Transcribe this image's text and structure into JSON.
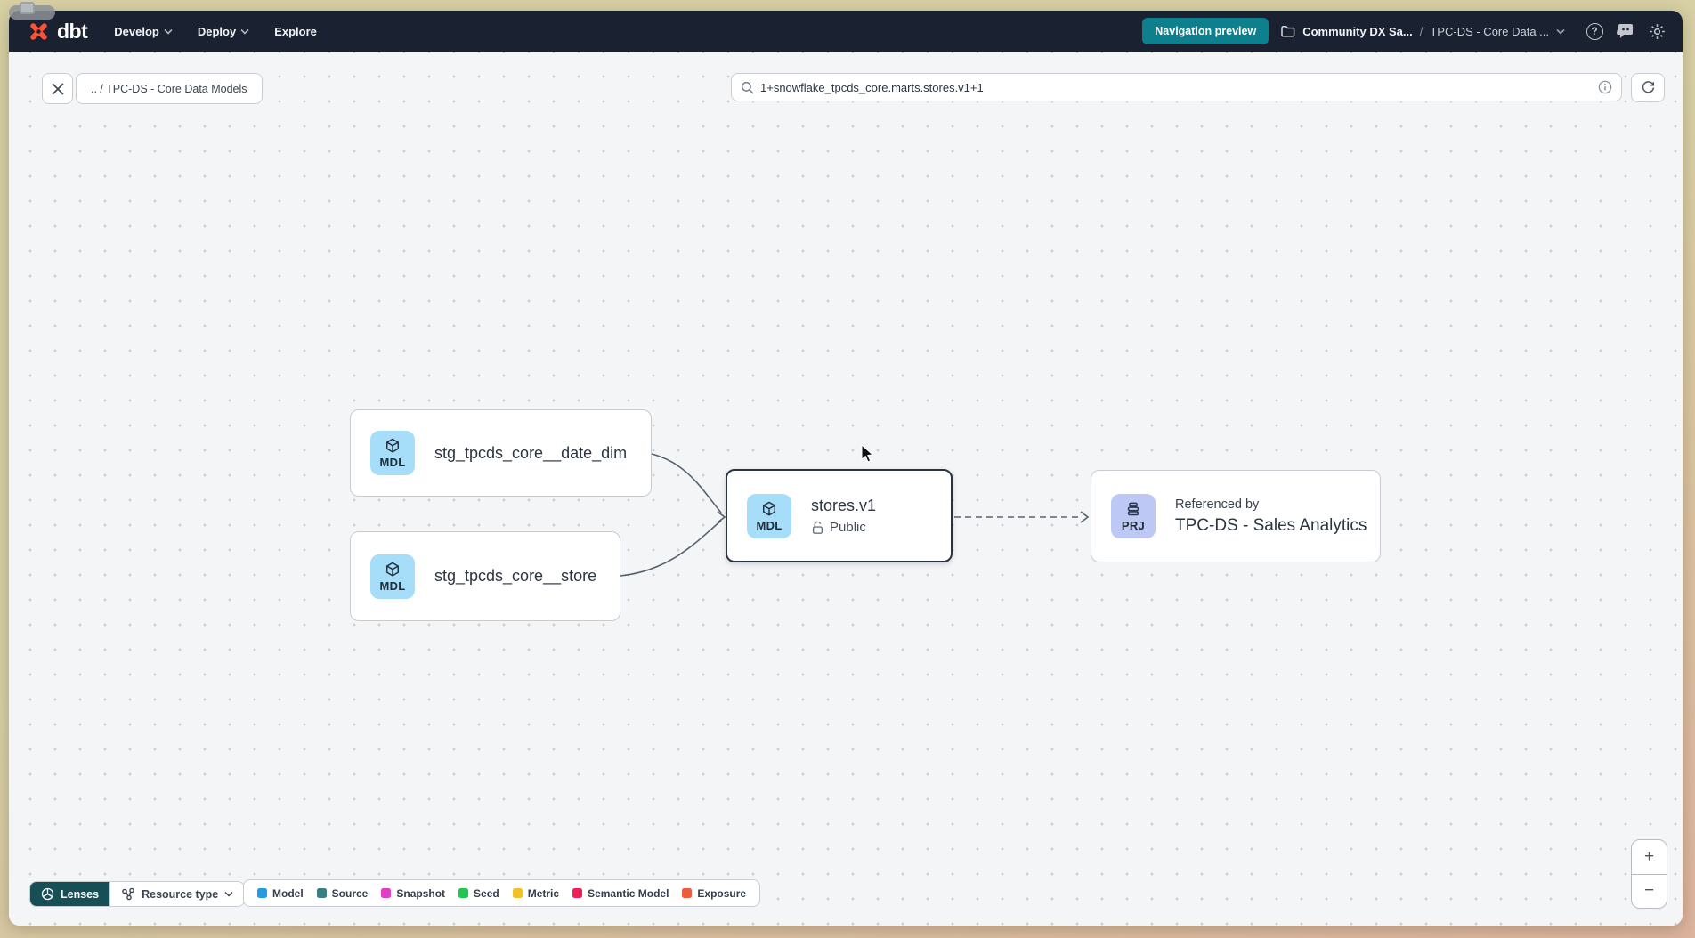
{
  "colors": {
    "accent_teal": "#0e7f8c",
    "navbar_bg": "#1a2130",
    "dbt_orange": "#fc5235",
    "lenses_dark": "#174f57",
    "canvas_bg": "#f4f5f6",
    "card_border": "#c8ccd2",
    "selected_border": "#2b3442",
    "edge": "#566170",
    "model_tile": "#a6def9",
    "project_tile": "#bdc8f5",
    "desktop_top": "#d7d0a4",
    "desktop_bottom": "#ddb49d"
  },
  "navbar": {
    "brand": "dbt",
    "menus": [
      {
        "label": "Develop"
      },
      {
        "label": "Deploy"
      },
      {
        "label": "Explore"
      }
    ],
    "preview_button": "Navigation preview",
    "breadcrumb": {
      "project": "Community DX Sa...",
      "separator": "/",
      "item": "TPC-DS - Core Data ..."
    }
  },
  "toolbar": {
    "path_chip": ".. / TPC-DS - Core Data Models",
    "search_value": "1+snowflake_tpcds_core.marts.stores.v1+1"
  },
  "graph": {
    "nodes": [
      {
        "badge": "MDL",
        "title": "stg_tpcds_core__date_dim"
      },
      {
        "badge": "MDL",
        "title": "stg_tpcds_core__store"
      },
      {
        "badge": "MDL",
        "title": "stores.v1",
        "access": "Public"
      },
      {
        "badge": "PRJ",
        "subtitle": "Referenced by",
        "title": "TPC-DS - Sales Analytics"
      }
    ]
  },
  "footer": {
    "lenses_label": "Lenses",
    "resource_type_label": "Resource type",
    "legend": [
      {
        "label": "Model",
        "color": "#259be2"
      },
      {
        "label": "Source",
        "color": "#3a7d82"
      },
      {
        "label": "Snapshot",
        "color": "#e23ccb"
      },
      {
        "label": "Seed",
        "color": "#23c553"
      },
      {
        "label": "Metric",
        "color": "#eec228"
      },
      {
        "label": "Semantic Model",
        "color": "#ee2058"
      },
      {
        "label": "Exposure",
        "color": "#ef5a3a"
      }
    ]
  },
  "zoom_controls": {
    "zoom_in": "+",
    "zoom_out": "−"
  }
}
